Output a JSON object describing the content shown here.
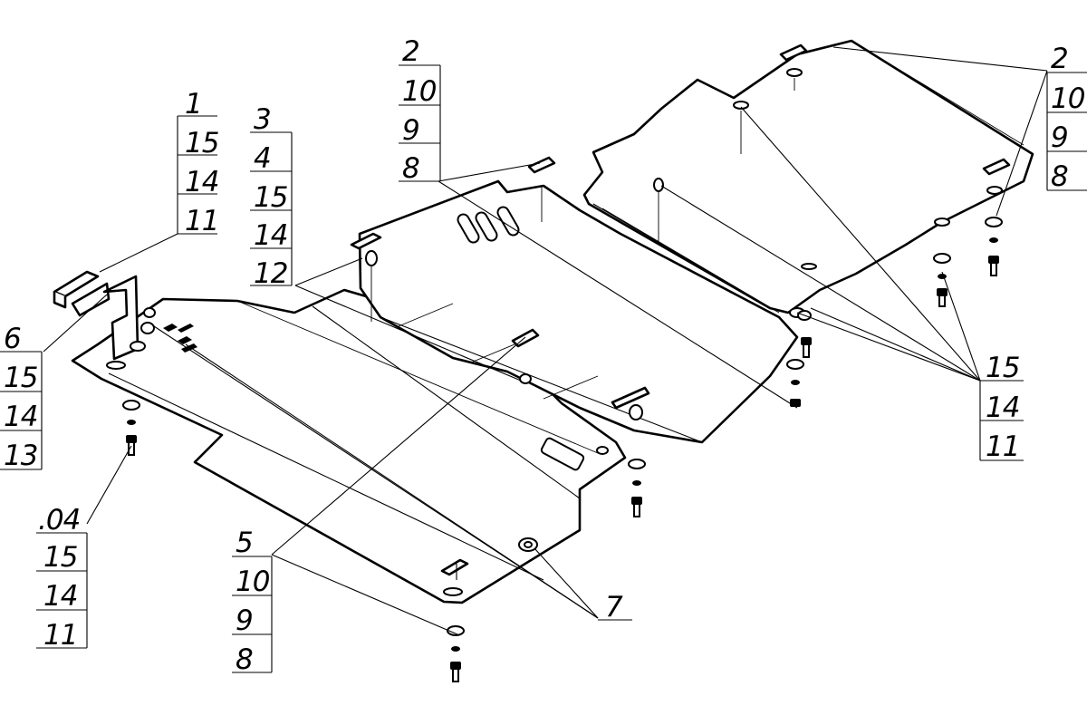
{
  "callouts": {
    "top_left": {
      "rows": [
        "1",
        "15",
        "14",
        "11"
      ]
    },
    "plate3": {
      "rows": [
        "3",
        "4",
        "15",
        "14",
        "12"
      ]
    },
    "top_center": {
      "rows": [
        "2",
        "10",
        "9",
        "8"
      ]
    },
    "top_right": {
      "rows": [
        "2",
        "10",
        "9",
        "8"
      ]
    },
    "left_bracket": {
      "rows": [
        "6",
        "15",
        "14",
        "13"
      ]
    },
    "left_04": {
      "rows": [
        ".04",
        "15",
        "14",
        "11"
      ]
    },
    "bottom_center": {
      "rows": [
        "5",
        "10",
        "9",
        "8"
      ]
    },
    "right_mid": {
      "rows": [
        "15",
        "14",
        "11"
      ]
    },
    "bottom_right": {
      "rows": [
        "7"
      ]
    }
  }
}
